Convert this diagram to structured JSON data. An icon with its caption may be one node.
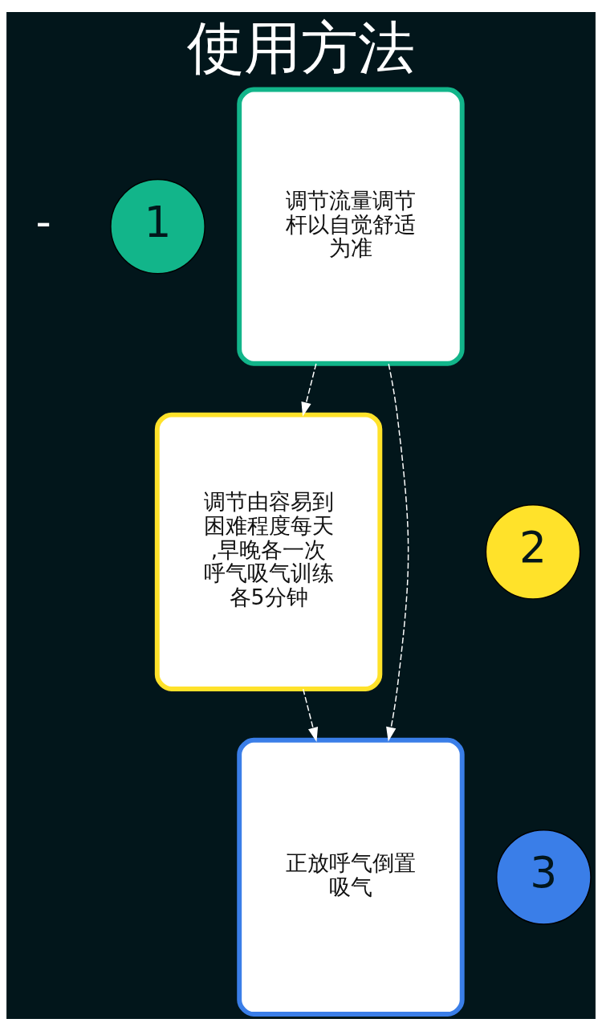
{
  "diagram": {
    "title": "使用方法",
    "nodes": [
      {
        "text": [
          "1"
        ]
      },
      {
        "text": [
          "调节流量调节杆以自觉舒适为准"
        ]
      },
      {
        "text": [
          "2"
        ]
      },
      {
        "text": [
          "调节由容易到困难程度每天,早晚各一次呼气吸气训练各5分钟"
        ]
      },
      {
        "text": [
          "3"
        ]
      },
      {
        "text": [
          "正放呼气倒置吸气"
        ]
      }
    ],
    "edges": [
      {
        "from": 1,
        "to": 3,
        "arrow": "to",
        "style": "dashed"
      },
      {
        "from": 1,
        "to": 5,
        "arrow": "to",
        "style": "dashed"
      },
      {
        "from": 3,
        "to": 5,
        "arrow": "to",
        "style": "dashed"
      }
    ],
    "labels": [
      "-"
    ]
  }
}
